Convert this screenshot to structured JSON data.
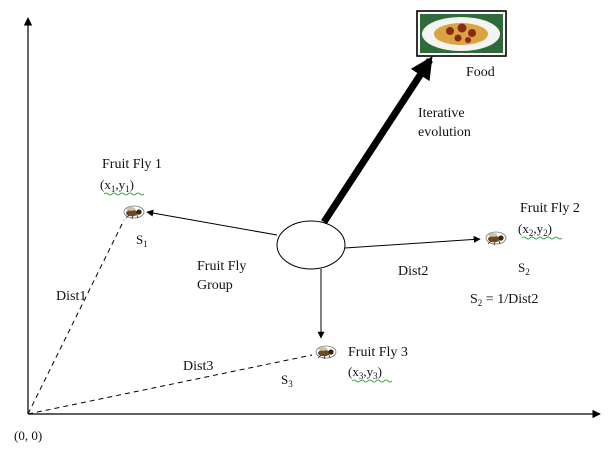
{
  "origin_label": "(0, 0)",
  "food": {
    "label": "Food"
  },
  "evolution": {
    "line1": "Iterative",
    "line2": "evolution"
  },
  "group": {
    "line1": "Fruit Fly",
    "line2": "Group"
  },
  "fly1": {
    "title": "Fruit Fly 1",
    "coord_x": "x",
    "coord_x_sub": "1",
    "coord_sep": ",",
    "coord_y": "y",
    "coord_y_sub": "1",
    "smell": "S",
    "smell_sub": "1",
    "dist": "Dist1"
  },
  "fly2": {
    "title": "Fruit Fly 2",
    "coord_x": "x",
    "coord_x_sub": "2",
    "coord_sep": ",",
    "coord_y": "y",
    "coord_y_sub": "2",
    "smell": "S",
    "smell_sub": "2",
    "dist": "Dist2",
    "formula_s": "S",
    "formula_sub": "2",
    "formula_rest": " = 1/Dist2"
  },
  "fly3": {
    "title": "Fruit Fly 3",
    "coord_x": "x",
    "coord_x_sub": "3",
    "coord_sep": ",",
    "coord_y": "y",
    "coord_y_sub": "3",
    "smell": "S",
    "smell_sub": "3",
    "dist": "Dist3"
  },
  "colors": {
    "line": "#000000",
    "plate": "#f4f4f0",
    "pasta": "#d9a441",
    "meatball": "#8a2a14",
    "fly_body": "#6b4a25",
    "squiggle": "#3fa64a"
  }
}
